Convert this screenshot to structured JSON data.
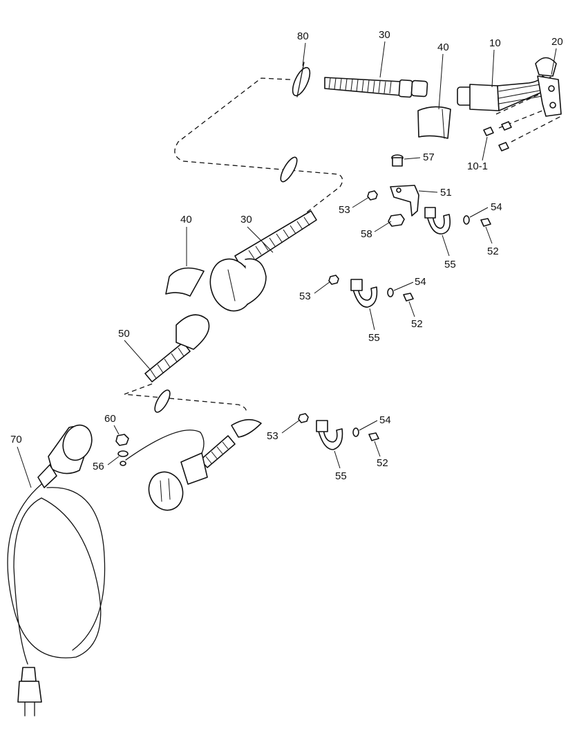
{
  "callouts": [
    {
      "id": "c80",
      "label": "80"
    },
    {
      "id": "c30a",
      "label": "30"
    },
    {
      "id": "c40a",
      "label": "40"
    },
    {
      "id": "c10",
      "label": "10"
    },
    {
      "id": "c20",
      "label": "20"
    },
    {
      "id": "c10-1",
      "label": "10-1"
    },
    {
      "id": "c57",
      "label": "57"
    },
    {
      "id": "c51",
      "label": "51"
    },
    {
      "id": "c53a",
      "label": "53"
    },
    {
      "id": "c58",
      "label": "58"
    },
    {
      "id": "c54a",
      "label": "54"
    },
    {
      "id": "c52a",
      "label": "52"
    },
    {
      "id": "c55a",
      "label": "55"
    },
    {
      "id": "c40b",
      "label": "40"
    },
    {
      "id": "c30b",
      "label": "30"
    },
    {
      "id": "c53b",
      "label": "53"
    },
    {
      "id": "c54b",
      "label": "54"
    },
    {
      "id": "c52b",
      "label": "52"
    },
    {
      "id": "c55b",
      "label": "55"
    },
    {
      "id": "c50",
      "label": "50"
    },
    {
      "id": "c60",
      "label": "60"
    },
    {
      "id": "c70",
      "label": "70"
    },
    {
      "id": "c56",
      "label": "56"
    },
    {
      "id": "c53c",
      "label": "53"
    },
    {
      "id": "c54c",
      "label": "54"
    },
    {
      "id": "c52c",
      "label": "52"
    },
    {
      "id": "c55c",
      "label": "55"
    }
  ]
}
